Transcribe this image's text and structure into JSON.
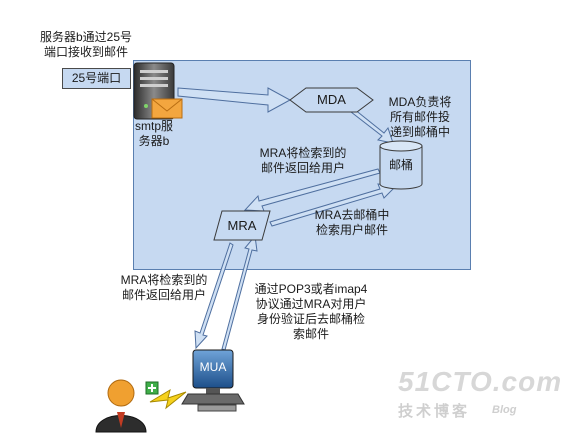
{
  "labels": {
    "server_b_receive": [
      "服务器b通过25号",
      "端口接收到邮件"
    ],
    "port_25": "25号端口",
    "smtp_server": [
      "smtp服",
      "务器b"
    ],
    "mda": "MDA",
    "mda_note": [
      "MDA负责将",
      "所有邮件投",
      "递到邮桶中"
    ],
    "mailbox": "邮桶",
    "mra_return_top": [
      "MRA将检索到的",
      "邮件返回给用户"
    ],
    "mra": "MRA",
    "mra_search": [
      "MRA去邮桶中",
      "检索用户邮件"
    ],
    "mra_return_bottom": [
      "MRA将检索到的",
      "邮件返回给用户"
    ],
    "pop3_note": [
      "通过POP3或者imap4",
      "协议通过MRA对用户",
      "身份验证后去邮桶检",
      "索邮件"
    ],
    "mua": "MUA"
  },
  "watermark": {
    "site": "51CTO.com",
    "blog_cn": "技术博客",
    "blog_en": "Blog"
  },
  "colors": {
    "region_fill": "#c6d9f1",
    "region_border": "#5a7fb0",
    "arrow_fill": "#cfe0f4",
    "arrow_stroke": "#4f6f9f"
  }
}
